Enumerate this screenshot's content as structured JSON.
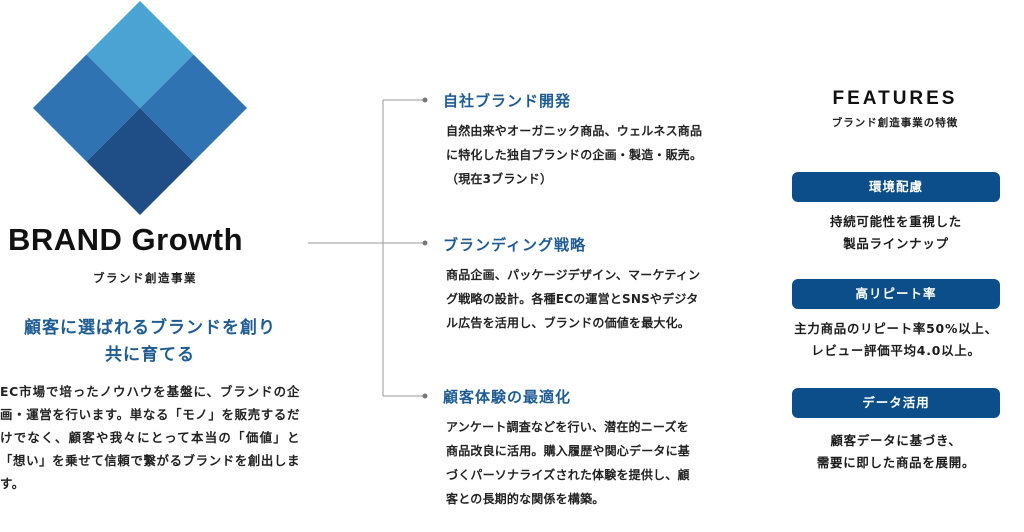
{
  "brand": {
    "logo_icon": "diamond-mosaic-logo",
    "title": "BRAND Growth",
    "subtitle": "ブランド創造事業",
    "colors": {
      "light": "#4aa3d3",
      "mid": "#2f73b3",
      "dark": "#1f4e86",
      "accent": "#1f5c94"
    }
  },
  "catchcopy": {
    "line1": "顧客に選ばれるブランドを創り",
    "line2": "共に育てる"
  },
  "lead_text": "EC市場で培ったノウハウを基盤に、ブランドの企画・運営を行います。単なる「モノ」を販売するだけでなく、顧客や我々にとって本当の「価値」と「想い」を乗せて信頼で繋がるブランドを創出します。",
  "services": [
    {
      "title": "自社ブランド開発",
      "desc_lines": [
        "自然由来やオーガニック商品、ウェルネス商品",
        "に特化した独自ブランドの企画・製造・販売。",
        "（現在3ブランド）"
      ]
    },
    {
      "title": "ブランディング戦略",
      "desc_lines": [
        "商品企画、パッケージデザイン、マーケティン",
        "グ戦略の設計。各種ECの運営とSNSやデジタ",
        "ル広告を活用し、ブランドの価値を最大化。"
      ]
    },
    {
      "title": "顧客体験の最適化",
      "desc_lines": [
        "アンケート調査などを行い、潜在的ニーズを",
        "商品改良に活用。購入履歴や関心データに基",
        "づくパーソナライズされた体験を提供し、顧",
        "客との長期的な関係を構築。"
      ]
    }
  ],
  "features": {
    "title": "FEATURES",
    "subtitle": "ブランド創造事業の特徴",
    "badge_color": "#0b4e8a",
    "items": [
      {
        "label": "環境配慮",
        "desc_lines": [
          "持続可能性を重視した",
          "製品ラインナップ"
        ]
      },
      {
        "label": "高リピート率",
        "desc_lines": [
          "主力商品のリピート率50%以上、",
          "レビュー評価平均4.0以上。"
        ]
      },
      {
        "label": "データ活用",
        "desc_lines": [
          "顧客データに基づき、",
          "需要に即した商品を展開。"
        ]
      }
    ]
  }
}
